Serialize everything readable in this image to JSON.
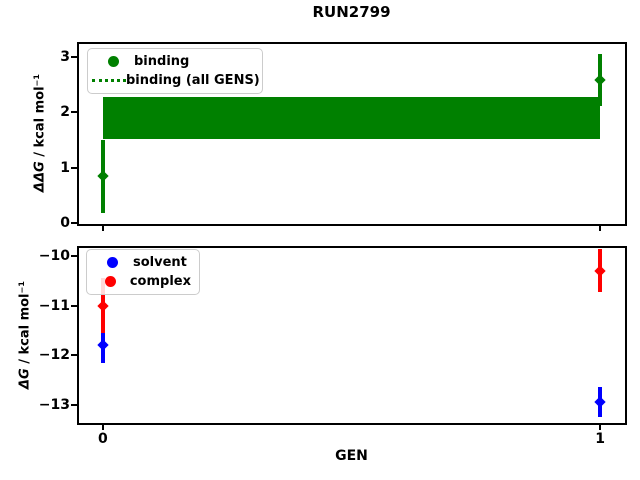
{
  "title": "RUN2799",
  "xlabel": "GEN",
  "colors": {
    "binding": "#008000",
    "solvent": "#0000ff",
    "complex": "#ff0000",
    "spine": "#000000"
  },
  "chart_data": [
    {
      "type": "scatter",
      "name": "binding-subplot",
      "ylabel": "ΔΔG / kcal mol⁻¹",
      "xlim": [
        -0.05,
        1.05
      ],
      "ylim": [
        -0.02,
        3.25
      ],
      "ytick_values": [
        0,
        1,
        2,
        3
      ],
      "ytick_labels": [
        "0",
        "1",
        "2",
        "3"
      ],
      "xtick_values": [
        0,
        1
      ],
      "xtick_labels": [
        "",
        ""
      ],
      "grid": false,
      "legend_position": "upper left",
      "legend": [
        {
          "label": "binding",
          "marker": "dot",
          "color": "#008000"
        },
        {
          "label": "binding (all GENS)",
          "marker": "dotted-line",
          "color": "#008000"
        }
      ],
      "bands": [
        {
          "name": "binding-all-gens-band",
          "x_min": 0,
          "x_max": 1,
          "y_min": 1.52,
          "y_max": 2.28,
          "color": "#008000"
        }
      ],
      "series": [
        {
          "name": "binding",
          "color": "#008000",
          "points": [
            {
              "x": 0,
              "y": 0.84,
              "yerr": 0.66
            },
            {
              "x": 1,
              "y": 2.58,
              "yerr": 0.47
            }
          ]
        }
      ]
    },
    {
      "type": "scatter",
      "name": "dg-subplot",
      "ylabel": "ΔG / kcal mol⁻¹",
      "xlim": [
        -0.05,
        1.05
      ],
      "ylim": [
        -13.36,
        -9.82
      ],
      "ytick_values": [
        -10,
        -11,
        -12,
        -13
      ],
      "ytick_labels": [
        "−10",
        "−11",
        "−12",
        "−13"
      ],
      "xtick_values": [
        0,
        1
      ],
      "xtick_labels": [
        "0",
        "1"
      ],
      "grid": false,
      "legend_position": "upper left",
      "legend": [
        {
          "label": "solvent",
          "marker": "dot",
          "color": "#0000ff"
        },
        {
          "label": "complex",
          "marker": "dot",
          "color": "#ff0000"
        }
      ],
      "bands": [],
      "series": [
        {
          "name": "solvent",
          "color": "#0000ff",
          "points": [
            {
              "x": 0,
              "y": -11.8,
              "yerr": 0.35
            },
            {
              "x": 1,
              "y": -12.93,
              "yerr": 0.3
            }
          ]
        },
        {
          "name": "complex",
          "color": "#ff0000",
          "points": [
            {
              "x": 0,
              "y": -11.0,
              "yerr": 0.55
            },
            {
              "x": 1,
              "y": -10.3,
              "yerr": 0.43
            }
          ]
        }
      ]
    }
  ]
}
